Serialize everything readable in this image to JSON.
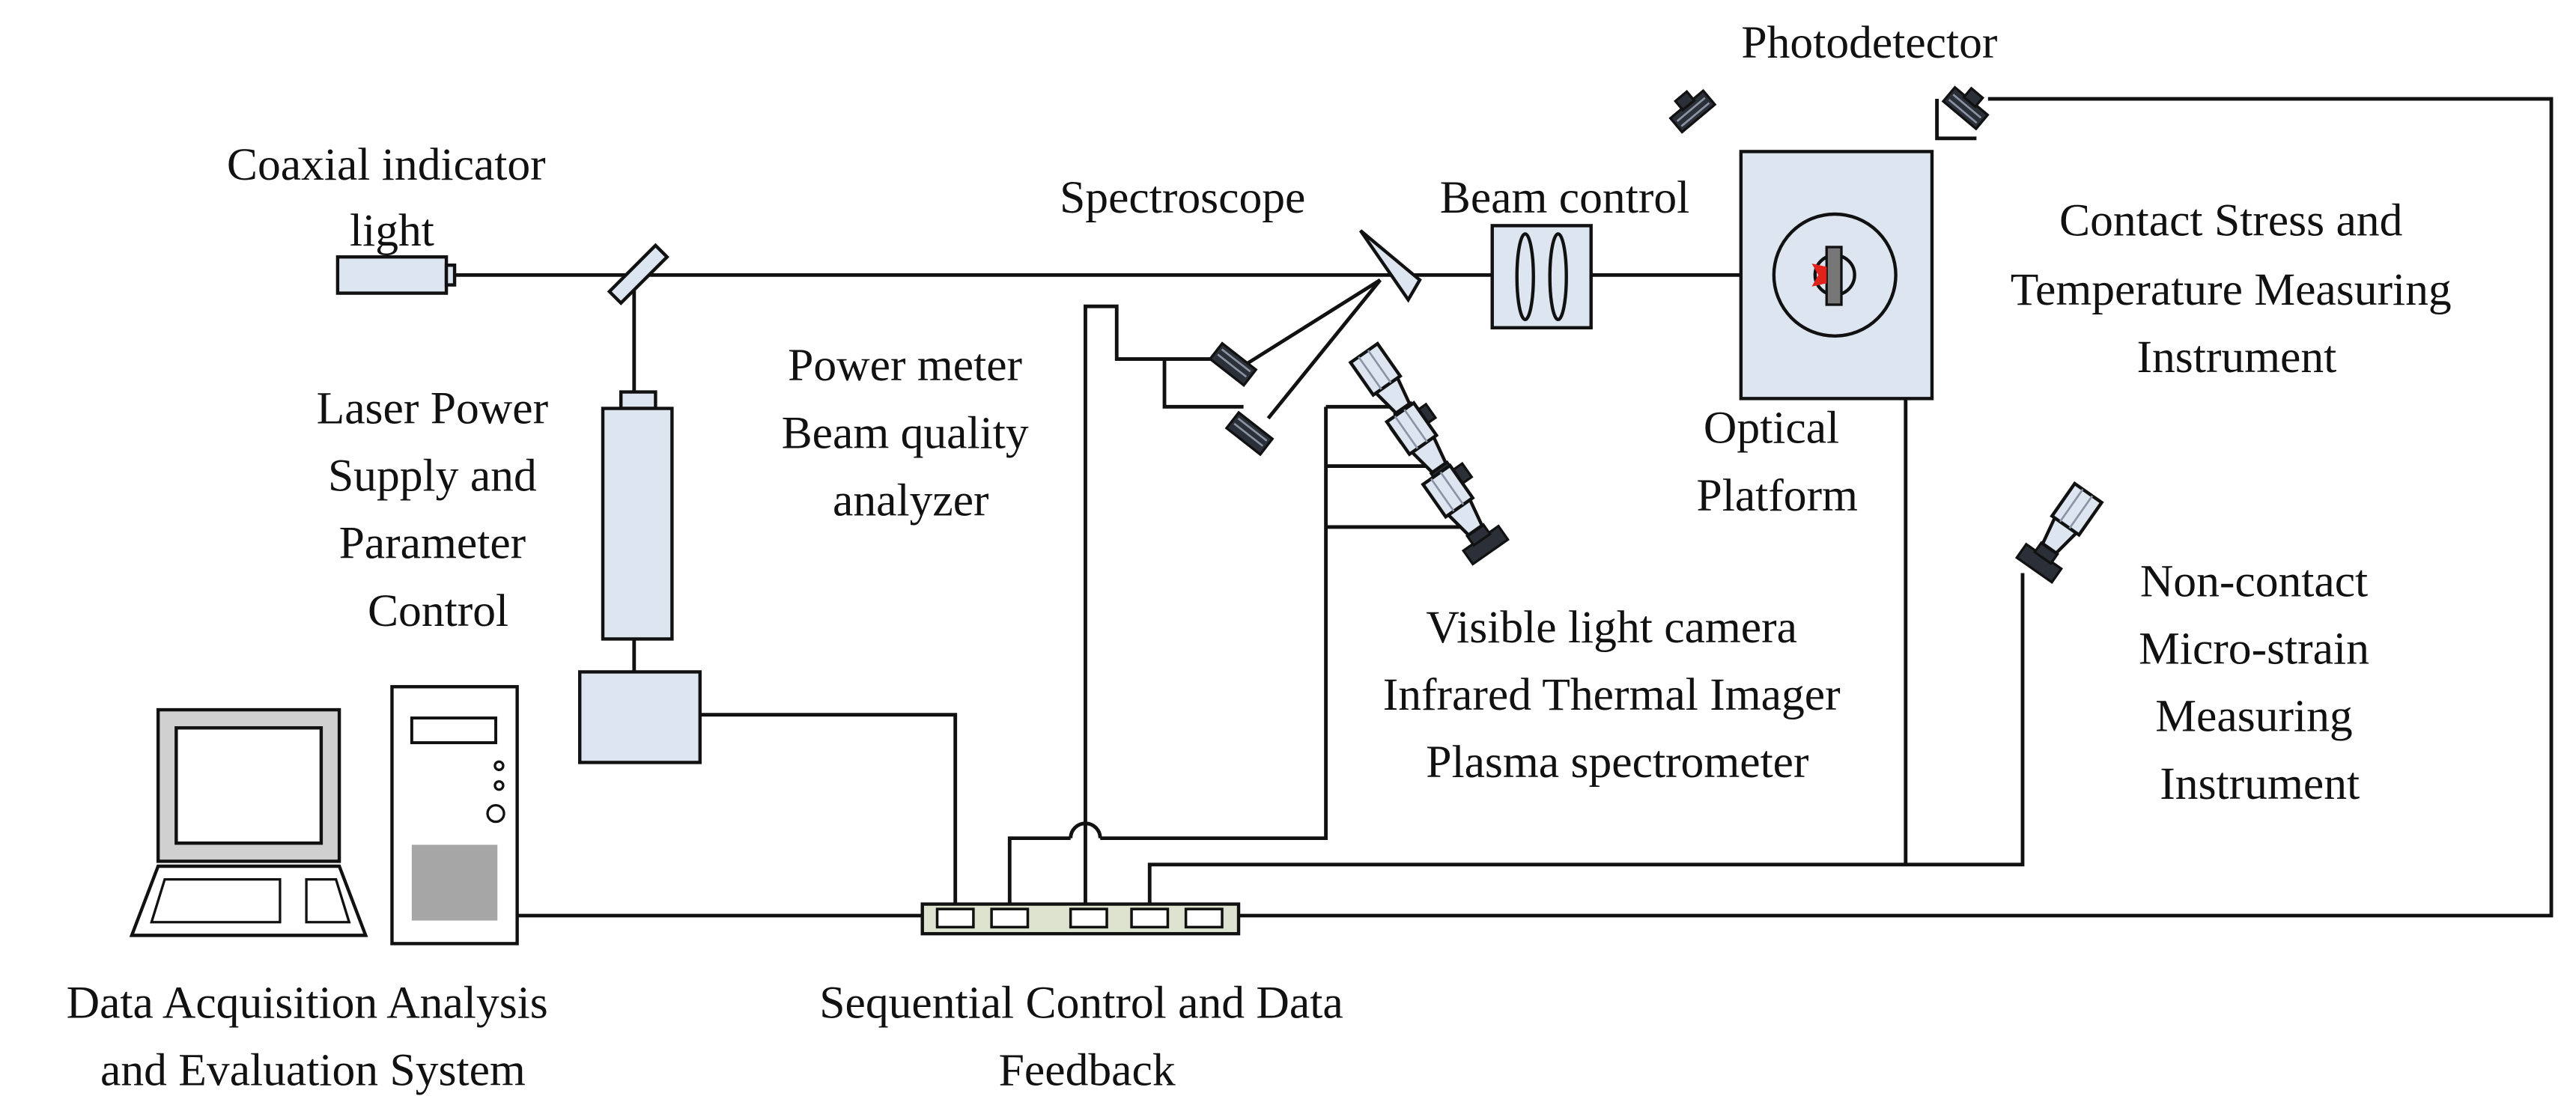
{
  "colors": {
    "component_fill": "#dde5f0",
    "component_stroke": "#111111",
    "wire": "#111111",
    "bus_fill": "#dde3cf",
    "screen_gray": "#a6a6a6",
    "sample_red": "#e0241b",
    "background": "#ffffff"
  },
  "labels": {
    "coaxial_indicator_light": [
      "Coaxial indicator",
      "light"
    ],
    "laser_power_supply": [
      "Laser Power",
      "Supply and",
      "Parameter",
      "Control"
    ],
    "spectroscope": "Spectroscope",
    "beam_control": "Beam control",
    "photodetector": "Photodetector",
    "power_meter": [
      "Power meter",
      "Beam quality",
      "analyzer"
    ],
    "optical_platform": [
      "Optical",
      "Platform"
    ],
    "contact_stress": [
      "Contact Stress and",
      "Temperature Measuring",
      "Instrument"
    ],
    "cameras": [
      "Visible light camera",
      "Infrared Thermal Imager",
      "Plasma spectrometer"
    ],
    "non_contact": [
      "Non-contact",
      "Micro-strain",
      "Measuring",
      "Instrument"
    ],
    "data_acquisition": [
      "Data Acquisition Analysis",
      "and Evaluation System"
    ],
    "sequential_control": [
      "Sequential Control and Data",
      "Feedback"
    ]
  },
  "icons": {
    "computer": "desktop-computer-icon",
    "cameras": "camera-icon",
    "sensors": "sensor-head-icon",
    "lens": "lens-icon",
    "mirror": "mirror-icon"
  }
}
